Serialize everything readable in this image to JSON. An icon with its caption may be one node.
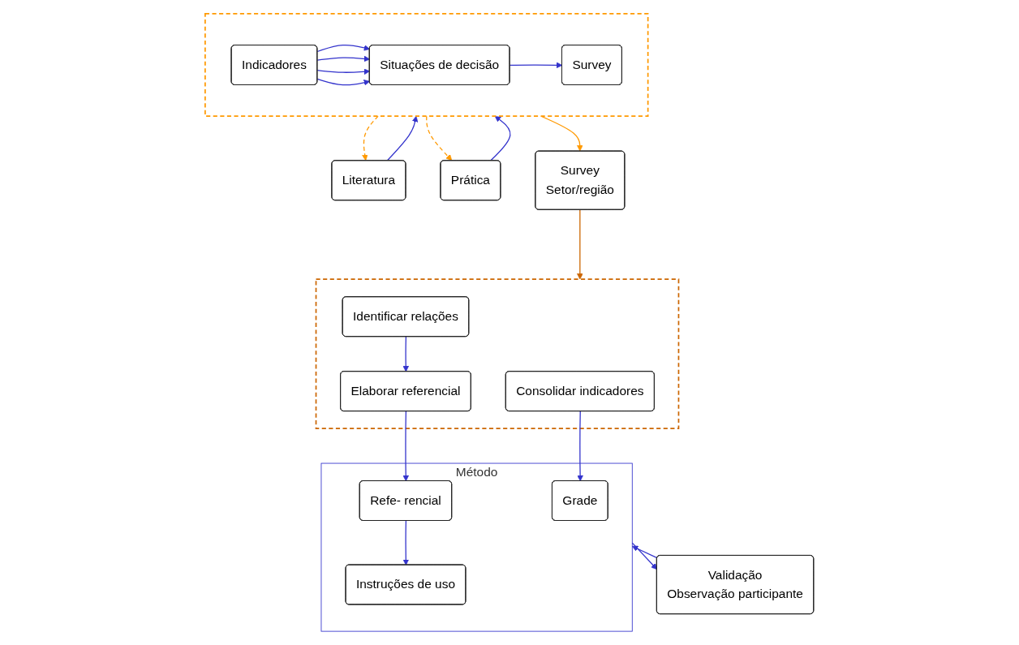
{
  "diagram": {
    "nodes": [
      {
        "text": [
          "Literatura"
        ]
      },
      {
        "text": [
          "Prática"
        ]
      },
      {
        "text": [],
        "shape": "box"
      },
      {
        "text": [
          "Indicadores"
        ],
        "in": 2
      },
      {
        "text": [
          "Situações de decisão"
        ],
        "in": 2
      },
      {
        "text": [
          "Survey"
        ],
        "in": 2
      },
      {
        "text": [
          "Survey",
          "Setor/região"
        ]
      },
      {
        "text": [],
        "shape": "box"
      },
      {
        "text": [
          "Consolidar indicadores"
        ],
        "in": 7
      },
      {
        "text": [
          "Identificar relações"
        ],
        "in": 7
      },
      {
        "text": [
          "Elaborar referencial"
        ],
        "in": 7
      },
      {
        "text": [
          "Método"
        ]
      },
      {
        "text": [
          "Grade"
        ],
        "in": 11
      },
      {
        "text": [
          "Refe- rencial"
        ],
        "in": 11
      },
      {
        "text": [
          "Instruções de uso"
        ],
        "in": 11
      },
      {
        "text": [
          "Validação",
          "Observação participante"
        ]
      }
    ],
    "edges": [
      {
        "from": 0,
        "to": 2,
        "arrow": "to"
      },
      {
        "from": 1,
        "to": 2,
        "arrow": "to"
      },
      {
        "from": 3,
        "to": 4,
        "arrow": "to"
      },
      {
        "from": 3,
        "to": 4,
        "arrow": "to"
      },
      {
        "from": 3,
        "to": 4,
        "arrow": "to"
      },
      {
        "from": 3,
        "to": 4,
        "arrow": "to"
      },
      {
        "from": 4,
        "to": 5,
        "arrow": "to"
      },
      {
        "from": 2,
        "to": 0,
        "arrow": "to",
        "style": "dashed",
        "color": "#ff9900"
      },
      {
        "from": 2,
        "to": 1,
        "arrow": "to",
        "style": "dashed",
        "color": "#ff9900"
      },
      {
        "from": 2,
        "to": 6,
        "arrow": "to",
        "color": "#ff9900"
      },
      {
        "from": 6,
        "to": 7,
        "arrow": "to",
        "color": "#cc6600"
      },
      {
        "from": 8,
        "to": 12,
        "arrow": "to"
      },
      {
        "from": 9,
        "to": 10,
        "arrow": "to"
      },
      {
        "from": 10,
        "to": 13,
        "arrow": "to"
      },
      {
        "from": 13,
        "to": 14,
        "arrow": "to"
      },
      {
        "from": 15,
        "to": 11,
        "arrow": "to"
      },
      {
        "from": 11,
        "to": 15,
        "arrow": "to"
      }
    ]
  }
}
